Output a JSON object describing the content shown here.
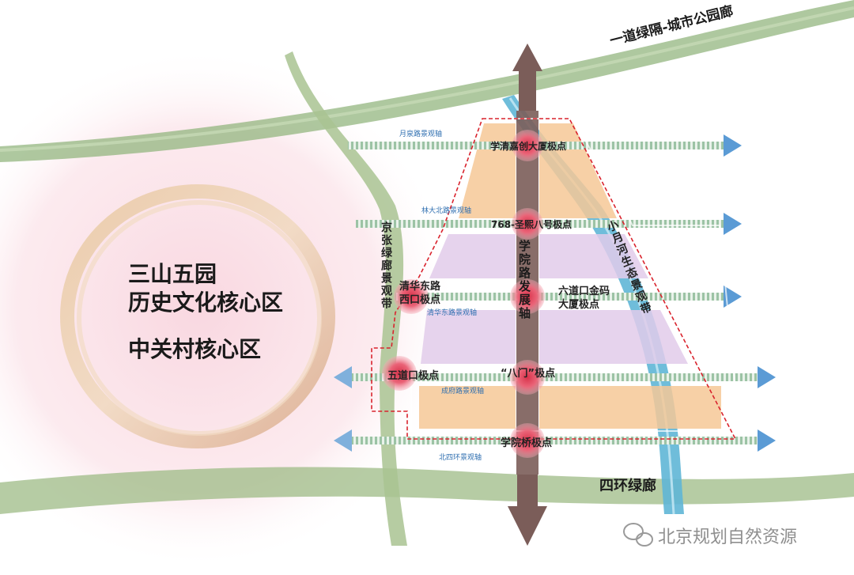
{
  "core_zone": {
    "line1": "三山五园",
    "line2": "历史文化核心区",
    "line3": "中关村核心区"
  },
  "green_corridors": {
    "north": "一道绿隔-城市公园廊",
    "south": "四环绿廊"
  },
  "vertical_axes": {
    "central": "学院路发展轴",
    "east": "小月河生态景观带",
    "west": "京张绿廊景观带"
  },
  "nodes": [
    "学清嘉创大厦极点",
    "768-圣熙八号极点",
    "清华东路",
    "西口极点",
    "六道口金码",
    "大厦极点",
    "五道口极点",
    "“八门”极点",
    "学院桥极点"
  ],
  "landscape_axes": [
    "月泉路景观轴",
    "林大北路景观轴",
    "清华东路景观轴",
    "成府路景观轴",
    "北四环景观轴"
  ],
  "watermark": "北京规划自然资源",
  "colors": {
    "green": "#8fb07a",
    "river": "#5fb6d6",
    "node": "#e0384f",
    "boundary": "#d9232d",
    "arrow_blue": "#5b9bd5",
    "arrow_brown": "#7a5a56",
    "orange_block": "#f5c896",
    "purple_block": "#ddc6ea"
  }
}
